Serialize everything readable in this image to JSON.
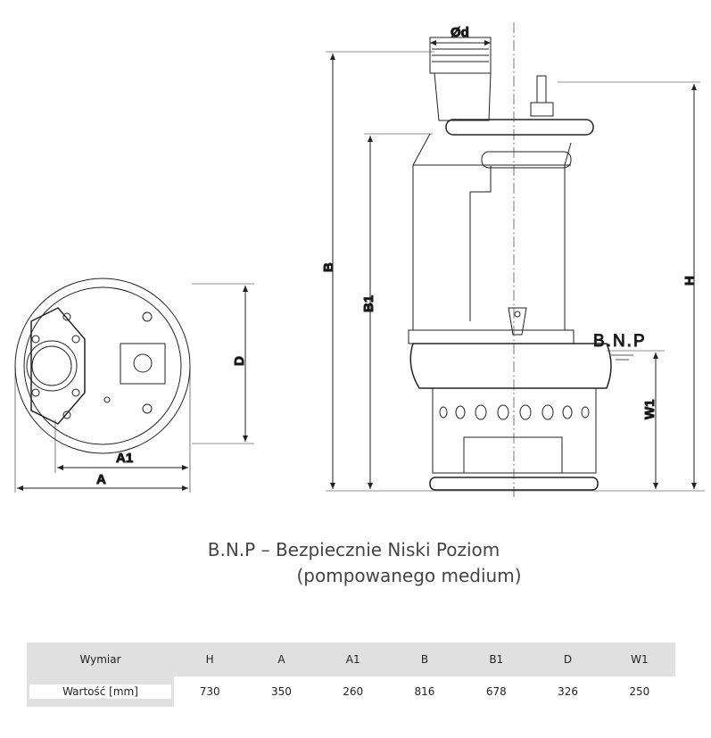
{
  "drawing": {
    "labels": {
      "outlet": "Ød",
      "B": "B",
      "B1": "B1",
      "H": "H",
      "W1": "W1",
      "D": "D",
      "A": "A",
      "A1": "A1",
      "bnp": "B.N.P"
    }
  },
  "caption": {
    "line1": "B.N.P – Bezpiecznie Niski Poziom",
    "line2": "(pompowanego medium)"
  },
  "table": {
    "header": [
      "Wymiar",
      "H",
      "A",
      "A1",
      "B",
      "B1",
      "D",
      "W1"
    ],
    "values": [
      "Wartość [mm]",
      "730",
      "350",
      "260",
      "816",
      "678",
      "326",
      "250"
    ]
  }
}
